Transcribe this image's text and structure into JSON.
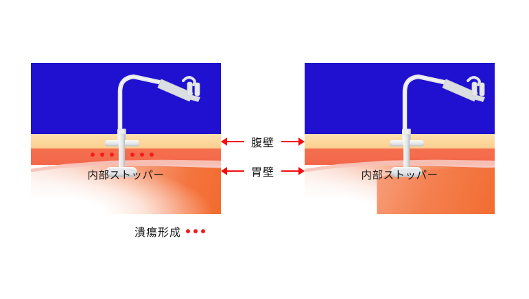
{
  "figure": {
    "type": "medical-illustration",
    "subject": "PEG gastrostomy tube placement comparison",
    "background_color": "#ffffff"
  },
  "colors": {
    "lumen_blue": "#1f11cf",
    "abdominal_wall": "#fcd79b",
    "gastric_wall": "#f3674a",
    "submucosa": "#f7c3b8",
    "deep_tissue": "#f26b2e",
    "device_gray": "#e6e8ea",
    "annotation_red": "#f40c0c",
    "text_black": "#161616"
  },
  "panels": [
    {
      "id": "left-panel",
      "name": "ulcer-case",
      "stopper_label": "内部ストッパー",
      "has_ulcer_dots": true,
      "ulcer_dot_count_left": 3,
      "ulcer_dot_count_right": 3
    },
    {
      "id": "right-panel",
      "name": "normal-case",
      "stopper_label": "内部ストッパー",
      "has_ulcer_dots": false,
      "ulcer_dot_count_left": 0,
      "ulcer_dot_count_right": 0
    }
  ],
  "center_annotations": [
    {
      "id": "abdominal-wall",
      "label": "腹壁",
      "arrow_left": "◀",
      "arrow_right": "▶"
    },
    {
      "id": "gastric-wall",
      "label": "胃壁",
      "arrow_left": "◀",
      "arrow_right": "▶"
    }
  ],
  "bottom_caption": {
    "label": "潰瘍形成",
    "marker_dot_count": 3,
    "marker_color": "#f41c1c"
  },
  "device": {
    "name": "peg-feeding-tube",
    "parts": [
      "catheter-curve",
      "connector-clamp",
      "tube-shaft",
      "external-bolster",
      "internal-stopper"
    ]
  }
}
